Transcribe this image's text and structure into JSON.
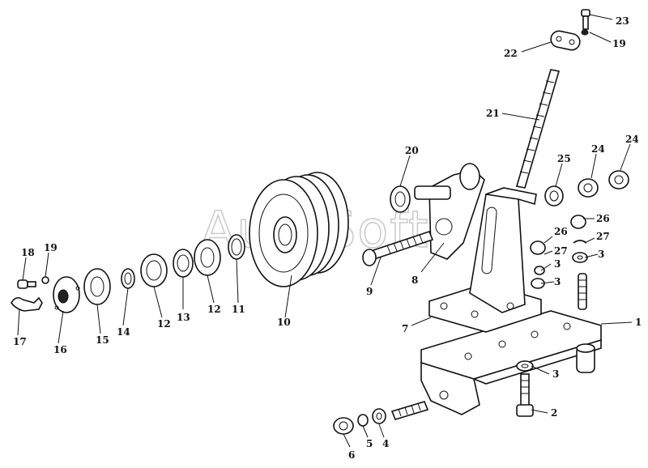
{
  "watermark": "AutoSoft",
  "callouts": [
    "1",
    "2",
    "3",
    "3",
    "3",
    "3",
    "4",
    "5",
    "6",
    "7",
    "8",
    "9",
    "10",
    "11",
    "12",
    "12",
    "13",
    "14",
    "15",
    "16",
    "17",
    "18",
    "19",
    "19",
    "20",
    "21",
    "22",
    "23",
    "24",
    "24",
    "25",
    "26",
    "26",
    "27",
    "27"
  ]
}
